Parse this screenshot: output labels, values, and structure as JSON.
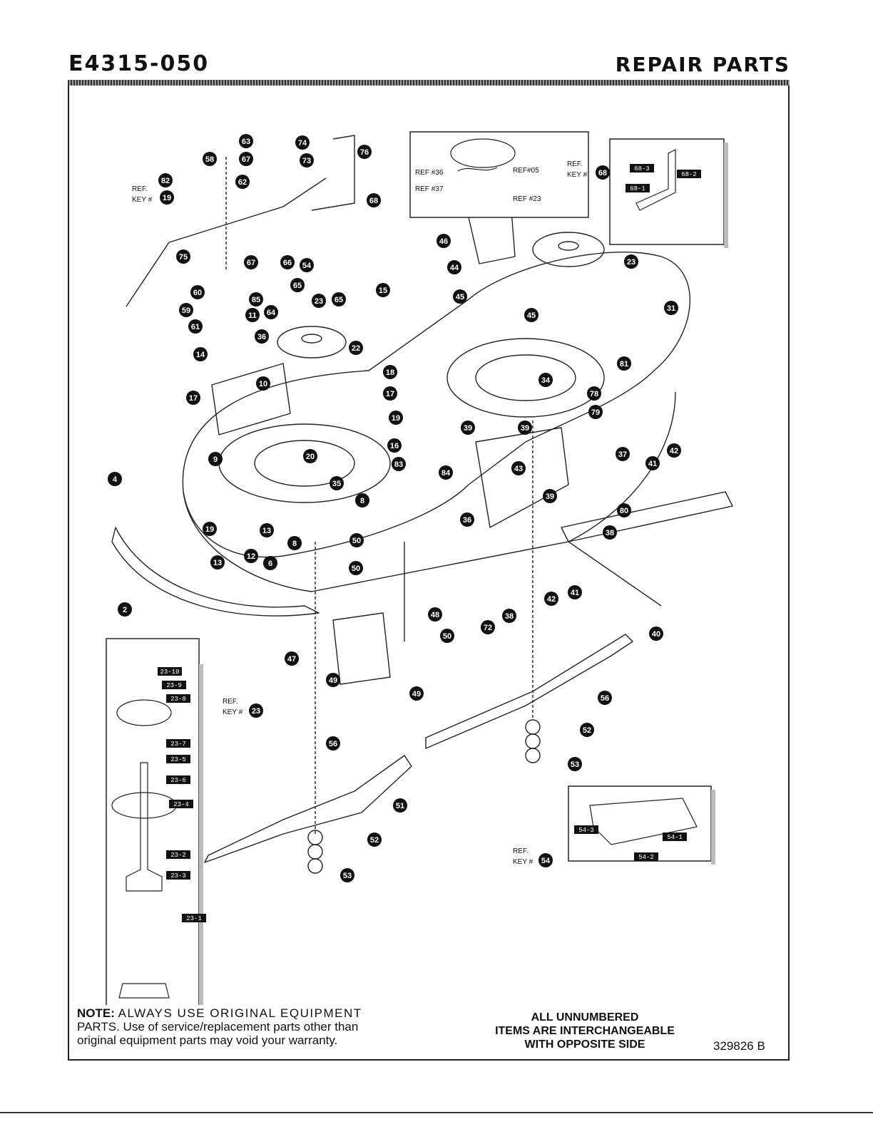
{
  "header": {
    "model": "E4315-050",
    "section": "REPAIR PARTS"
  },
  "callouts": [
    {
      "id": "c58",
      "label": "58"
    },
    {
      "id": "c63",
      "label": "63"
    },
    {
      "id": "c67a",
      "label": "67"
    },
    {
      "id": "c74",
      "label": "74"
    },
    {
      "id": "c73",
      "label": "73"
    },
    {
      "id": "c76",
      "label": "76"
    },
    {
      "id": "c62",
      "label": "62"
    },
    {
      "id": "c82",
      "label": "82"
    },
    {
      "id": "c68",
      "label": "68"
    },
    {
      "id": "c75",
      "label": "75"
    },
    {
      "id": "c67b",
      "label": "67"
    },
    {
      "id": "c66",
      "label": "66"
    },
    {
      "id": "c54",
      "label": "54"
    },
    {
      "id": "c60",
      "label": "60"
    },
    {
      "id": "c85",
      "label": "85"
    },
    {
      "id": "c65a",
      "label": "65"
    },
    {
      "id": "c59",
      "label": "59"
    },
    {
      "id": "c64",
      "label": "64"
    },
    {
      "id": "c61",
      "label": "61"
    },
    {
      "id": "c11",
      "label": "11"
    },
    {
      "id": "c23a",
      "label": "23"
    },
    {
      "id": "c65b",
      "label": "65"
    },
    {
      "id": "c15",
      "label": "15"
    },
    {
      "id": "c46",
      "label": "46"
    },
    {
      "id": "c44",
      "label": "44"
    },
    {
      "id": "c23b",
      "label": "23"
    },
    {
      "id": "c45a",
      "label": "45"
    },
    {
      "id": "c45b",
      "label": "45"
    },
    {
      "id": "c31",
      "label": "31"
    },
    {
      "id": "c36",
      "label": "36"
    },
    {
      "id": "c14",
      "label": "14"
    },
    {
      "id": "c22",
      "label": "22"
    },
    {
      "id": "c18",
      "label": "18"
    },
    {
      "id": "c10",
      "label": "10"
    },
    {
      "id": "c17a",
      "label": "17"
    },
    {
      "id": "c17b",
      "label": "17"
    },
    {
      "id": "c19a",
      "label": "19"
    },
    {
      "id": "c81",
      "label": "81"
    },
    {
      "id": "c34",
      "label": "34"
    },
    {
      "id": "c78",
      "label": "78"
    },
    {
      "id": "c79",
      "label": "79"
    },
    {
      "id": "c39a",
      "label": "39"
    },
    {
      "id": "c39b",
      "label": "39"
    },
    {
      "id": "c16",
      "label": "16"
    },
    {
      "id": "c37",
      "label": "37"
    },
    {
      "id": "c42a",
      "label": "42"
    },
    {
      "id": "c41a",
      "label": "41"
    },
    {
      "id": "c9",
      "label": "9"
    },
    {
      "id": "c20",
      "label": "20"
    },
    {
      "id": "c83",
      "label": "83"
    },
    {
      "id": "c84",
      "label": "84"
    },
    {
      "id": "c43",
      "label": "43"
    },
    {
      "id": "c39c",
      "label": "39"
    },
    {
      "id": "c4",
      "label": "4"
    },
    {
      "id": "c35",
      "label": "35"
    },
    {
      "id": "c8a",
      "label": "8"
    },
    {
      "id": "c36b",
      "label": "36"
    },
    {
      "id": "c80",
      "label": "80"
    },
    {
      "id": "c19b",
      "label": "19"
    },
    {
      "id": "c13a",
      "label": "13"
    },
    {
      "id": "c8b",
      "label": "8"
    },
    {
      "id": "c50a",
      "label": "50"
    },
    {
      "id": "c38a",
      "label": "38"
    },
    {
      "id": "c12",
      "label": "12"
    },
    {
      "id": "c13b",
      "label": "13"
    },
    {
      "id": "c50b",
      "label": "50"
    },
    {
      "id": "c42b",
      "label": "42"
    },
    {
      "id": "c41b",
      "label": "41"
    },
    {
      "id": "c6",
      "label": "6"
    },
    {
      "id": "c2",
      "label": "2"
    },
    {
      "id": "c72",
      "label": "72"
    },
    {
      "id": "c38b",
      "label": "38"
    },
    {
      "id": "c48",
      "label": "48"
    },
    {
      "id": "c50c",
      "label": "50"
    },
    {
      "id": "c40",
      "label": "40"
    },
    {
      "id": "c47",
      "label": "47"
    },
    {
      "id": "c56a",
      "label": "56"
    },
    {
      "id": "c49a",
      "label": "49"
    },
    {
      "id": "c49b",
      "label": "49"
    },
    {
      "id": "c51",
      "label": "51"
    },
    {
      "id": "c52a",
      "label": "52"
    },
    {
      "id": "c53a",
      "label": "53"
    },
    {
      "id": "c56b",
      "label": "56"
    },
    {
      "id": "c52b",
      "label": "52"
    },
    {
      "id": "c53b",
      "label": "53"
    }
  ],
  "ref_labels": {
    "ref_key_19": {
      "line1": "REF.",
      "line2": "KEY #",
      "key": "19"
    },
    "ref_key_68": {
      "line1": "REF.",
      "line2": "KEY #",
      "key": "68"
    },
    "ref_key_23": {
      "line1": "REF.",
      "line2": "KEY #",
      "key": "23"
    },
    "ref_key_54": {
      "line1": "REF.",
      "line2": "KEY #",
      "key": "54"
    }
  },
  "inset_ref_tags": [
    "REF #36",
    "REF #37",
    "REF#05",
    "REF #23"
  ],
  "inset_68_tags": [
    "68-3",
    "68-2",
    "68-1"
  ],
  "inset_23_tags": [
    "23-10",
    "23-9",
    "23-8",
    "23-7",
    "23-5",
    "23-6",
    "23-4",
    "23-2",
    "23-3",
    "23-1"
  ],
  "inset_54_tags": [
    "54-3",
    "54-1",
    "54-2"
  ],
  "note": {
    "prefix": "NOTE:",
    "line1": "ALWAYS USE ORIGINAL EQUIPMENT",
    "line2": "PARTS. Use of service/replacement parts other than",
    "line3": "original equipment parts may void your warranty."
  },
  "unnumbered": {
    "line1": "ALL UNNUMBERED",
    "line2": "ITEMS ARE INTERCHANGEABLE",
    "line3": "WITH OPPOSITE SIDE"
  },
  "doc_number": "329826 B"
}
